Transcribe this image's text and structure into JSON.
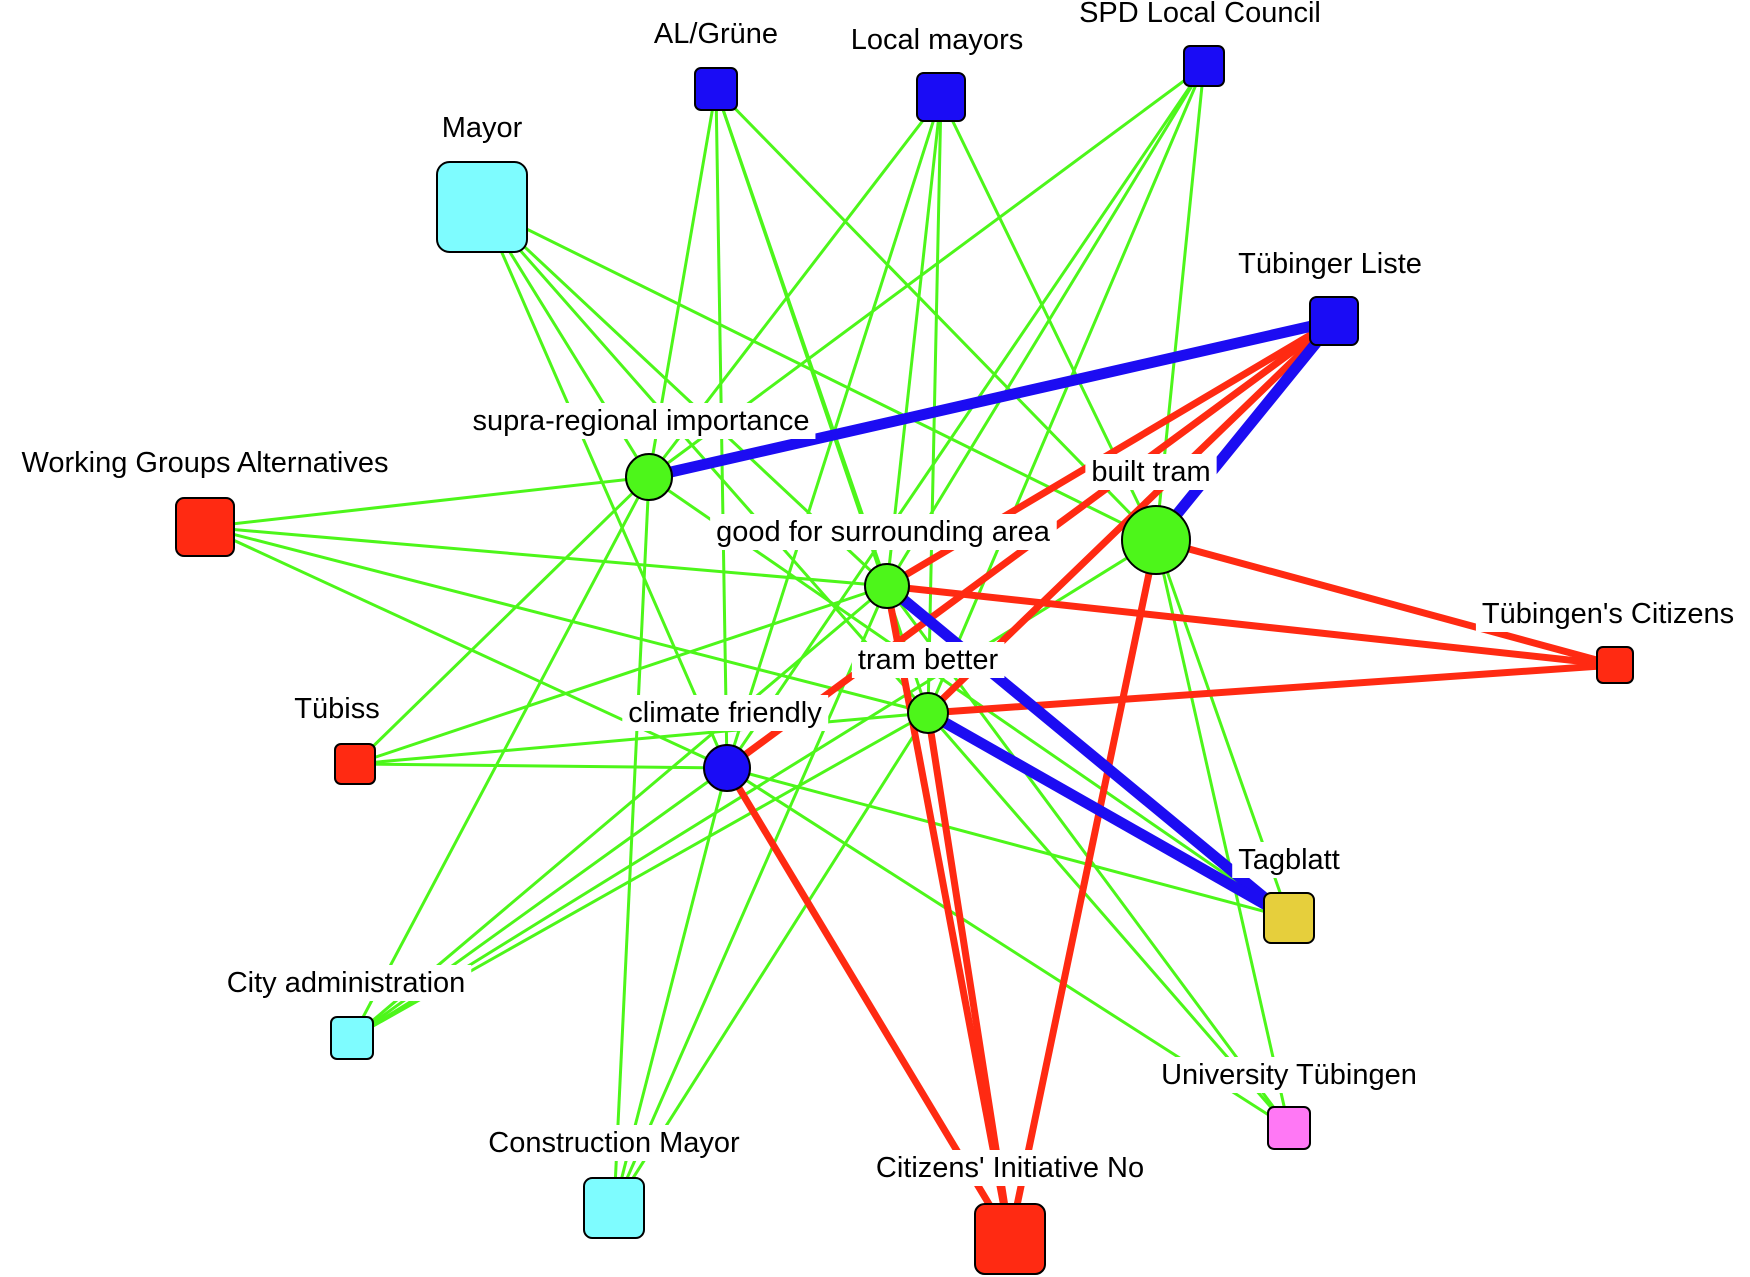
{
  "colors": {
    "support_edge": "#4df61a",
    "oppose_edge": "#ff2a12",
    "blue_edge": "#1c0cf2",
    "concept_node": "#4df61a",
    "blue_node": "#1a0cf5",
    "party_node": "#1a0cf5",
    "admin_node": "#7efcff",
    "citizen_group_node": "#ff2a12",
    "media_node": "#e6cf3c",
    "university_node": "#ff78f5"
  },
  "nodes": [
    {
      "id": "mayor",
      "label": "Mayor",
      "shape": "square",
      "color": "admin_node"
    },
    {
      "id": "al_gruene",
      "label": "AL/Grüne",
      "shape": "square",
      "color": "party_node"
    },
    {
      "id": "local_mayors",
      "label": "Local mayors",
      "shape": "square",
      "color": "party_node"
    },
    {
      "id": "spd",
      "label": "SPD Local Council",
      "shape": "square",
      "color": "party_node"
    },
    {
      "id": "tuebinger_liste",
      "label": "Tübinger Liste",
      "shape": "square",
      "color": "party_node"
    },
    {
      "id": "working_groups",
      "label": "Working Groups Alternatives",
      "shape": "square",
      "color": "citizen_group_node"
    },
    {
      "id": "tuebingens_citizens",
      "label": "Tübingen's Citizens",
      "shape": "square",
      "color": "citizen_group_node"
    },
    {
      "id": "tuebiss",
      "label": "Tübiss",
      "shape": "square",
      "color": "citizen_group_node"
    },
    {
      "id": "tagblatt",
      "label": "Tagblatt",
      "shape": "square",
      "color": "media_node"
    },
    {
      "id": "city_admin",
      "label": "City administration",
      "shape": "square",
      "color": "admin_node"
    },
    {
      "id": "university",
      "label": "University Tübingen",
      "shape": "square",
      "color": "university_node"
    },
    {
      "id": "construction_mayor",
      "label": "Construction Mayor",
      "shape": "square",
      "color": "admin_node"
    },
    {
      "id": "citizens_initiative",
      "label": "Citizens' Initiative No",
      "shape": "square",
      "color": "citizen_group_node"
    },
    {
      "id": "supra_regional",
      "label": "supra-regional importance",
      "shape": "circle",
      "color": "concept_node"
    },
    {
      "id": "built_tram",
      "label": "built tram",
      "shape": "circle",
      "color": "concept_node"
    },
    {
      "id": "good_surrounding",
      "label": "good for surrounding area",
      "shape": "circle",
      "color": "concept_node"
    },
    {
      "id": "tram_better",
      "label": "tram better",
      "shape": "circle",
      "color": "concept_node"
    },
    {
      "id": "climate_friendly",
      "label": "climate friendly",
      "shape": "circle",
      "color": "blue_node"
    }
  ],
  "edges": [
    {
      "from": "mayor",
      "to": "supra_regional",
      "type": "support_edge",
      "weight": 1
    },
    {
      "from": "mayor",
      "to": "good_surrounding",
      "type": "support_edge",
      "weight": 1
    },
    {
      "from": "mayor",
      "to": "tram_better",
      "type": "support_edge",
      "weight": 1
    },
    {
      "from": "mayor",
      "to": "climate_friendly",
      "type": "support_edge",
      "weight": 1
    },
    {
      "from": "mayor",
      "to": "built_tram",
      "type": "support_edge",
      "weight": 1
    },
    {
      "from": "al_gruene",
      "to": "supra_regional",
      "type": "support_edge",
      "weight": 1
    },
    {
      "from": "al_gruene",
      "to": "good_surrounding",
      "type": "support_edge",
      "weight": 1
    },
    {
      "from": "al_gruene",
      "to": "tram_better",
      "type": "support_edge",
      "weight": 1
    },
    {
      "from": "al_gruene",
      "to": "climate_friendly",
      "type": "support_edge",
      "weight": 1
    },
    {
      "from": "al_gruene",
      "to": "built_tram",
      "type": "support_edge",
      "weight": 1
    },
    {
      "from": "local_mayors",
      "to": "supra_regional",
      "type": "support_edge",
      "weight": 1
    },
    {
      "from": "local_mayors",
      "to": "good_surrounding",
      "type": "support_edge",
      "weight": 1
    },
    {
      "from": "local_mayors",
      "to": "tram_better",
      "type": "support_edge",
      "weight": 1
    },
    {
      "from": "local_mayors",
      "to": "climate_friendly",
      "type": "support_edge",
      "weight": 1
    },
    {
      "from": "local_mayors",
      "to": "built_tram",
      "type": "support_edge",
      "weight": 1
    },
    {
      "from": "spd",
      "to": "supra_regional",
      "type": "support_edge",
      "weight": 1
    },
    {
      "from": "spd",
      "to": "good_surrounding",
      "type": "support_edge",
      "weight": 1
    },
    {
      "from": "spd",
      "to": "tram_better",
      "type": "support_edge",
      "weight": 1
    },
    {
      "from": "spd",
      "to": "climate_friendly",
      "type": "support_edge",
      "weight": 1
    },
    {
      "from": "spd",
      "to": "built_tram",
      "type": "support_edge",
      "weight": 1
    },
    {
      "from": "tuebinger_liste",
      "to": "supra_regional",
      "type": "blue_edge",
      "weight": 3
    },
    {
      "from": "tuebinger_liste",
      "to": "built_tram",
      "type": "blue_edge",
      "weight": 3
    },
    {
      "from": "tuebinger_liste",
      "to": "good_surrounding",
      "type": "oppose_edge",
      "weight": 2
    },
    {
      "from": "tuebinger_liste",
      "to": "tram_better",
      "type": "oppose_edge",
      "weight": 2
    },
    {
      "from": "tuebinger_liste",
      "to": "climate_friendly",
      "type": "oppose_edge",
      "weight": 2
    },
    {
      "from": "working_groups",
      "to": "supra_regional",
      "type": "support_edge",
      "weight": 1
    },
    {
      "from": "working_groups",
      "to": "good_surrounding",
      "type": "support_edge",
      "weight": 1
    },
    {
      "from": "working_groups",
      "to": "tram_better",
      "type": "support_edge",
      "weight": 1
    },
    {
      "from": "working_groups",
      "to": "climate_friendly",
      "type": "support_edge",
      "weight": 1
    },
    {
      "from": "tuebingens_citizens",
      "to": "built_tram",
      "type": "oppose_edge",
      "weight": 2
    },
    {
      "from": "tuebingens_citizens",
      "to": "good_surrounding",
      "type": "oppose_edge",
      "weight": 2
    },
    {
      "from": "tuebingens_citizens",
      "to": "tram_better",
      "type": "oppose_edge",
      "weight": 2
    },
    {
      "from": "tuebiss",
      "to": "supra_regional",
      "type": "support_edge",
      "weight": 1
    },
    {
      "from": "tuebiss",
      "to": "good_surrounding",
      "type": "support_edge",
      "weight": 1
    },
    {
      "from": "tuebiss",
      "to": "tram_better",
      "type": "support_edge",
      "weight": 1
    },
    {
      "from": "tuebiss",
      "to": "climate_friendly",
      "type": "support_edge",
      "weight": 1
    },
    {
      "from": "tagblatt",
      "to": "good_surrounding",
      "type": "blue_edge",
      "weight": 3
    },
    {
      "from": "tagblatt",
      "to": "tram_better",
      "type": "blue_edge",
      "weight": 3
    },
    {
      "from": "tagblatt",
      "to": "supra_regional",
      "type": "support_edge",
      "weight": 1
    },
    {
      "from": "tagblatt",
      "to": "climate_friendly",
      "type": "support_edge",
      "weight": 1
    },
    {
      "from": "tagblatt",
      "to": "built_tram",
      "type": "support_edge",
      "weight": 1
    },
    {
      "from": "city_admin",
      "to": "supra_regional",
      "type": "support_edge",
      "weight": 1
    },
    {
      "from": "city_admin",
      "to": "good_surrounding",
      "type": "support_edge",
      "weight": 1
    },
    {
      "from": "city_admin",
      "to": "tram_better",
      "type": "support_edge",
      "weight": 1
    },
    {
      "from": "city_admin",
      "to": "climate_friendly",
      "type": "support_edge",
      "weight": 1
    },
    {
      "from": "city_admin",
      "to": "built_tram",
      "type": "support_edge",
      "weight": 1
    },
    {
      "from": "university",
      "to": "good_surrounding",
      "type": "support_edge",
      "weight": 1
    },
    {
      "from": "university",
      "to": "tram_better",
      "type": "support_edge",
      "weight": 1
    },
    {
      "from": "university",
      "to": "climate_friendly",
      "type": "support_edge",
      "weight": 1
    },
    {
      "from": "university",
      "to": "built_tram",
      "type": "support_edge",
      "weight": 1
    },
    {
      "from": "construction_mayor",
      "to": "supra_regional",
      "type": "support_edge",
      "weight": 1
    },
    {
      "from": "construction_mayor",
      "to": "good_surrounding",
      "type": "support_edge",
      "weight": 1
    },
    {
      "from": "construction_mayor",
      "to": "tram_better",
      "type": "support_edge",
      "weight": 1
    },
    {
      "from": "construction_mayor",
      "to": "climate_friendly",
      "type": "support_edge",
      "weight": 1
    },
    {
      "from": "citizens_initiative",
      "to": "built_tram",
      "type": "oppose_edge",
      "weight": 2
    },
    {
      "from": "citizens_initiative",
      "to": "good_surrounding",
      "type": "oppose_edge",
      "weight": 2
    },
    {
      "from": "citizens_initiative",
      "to": "tram_better",
      "type": "oppose_edge",
      "weight": 2
    },
    {
      "from": "citizens_initiative",
      "to": "climate_friendly",
      "type": "oppose_edge",
      "weight": 2
    }
  ]
}
